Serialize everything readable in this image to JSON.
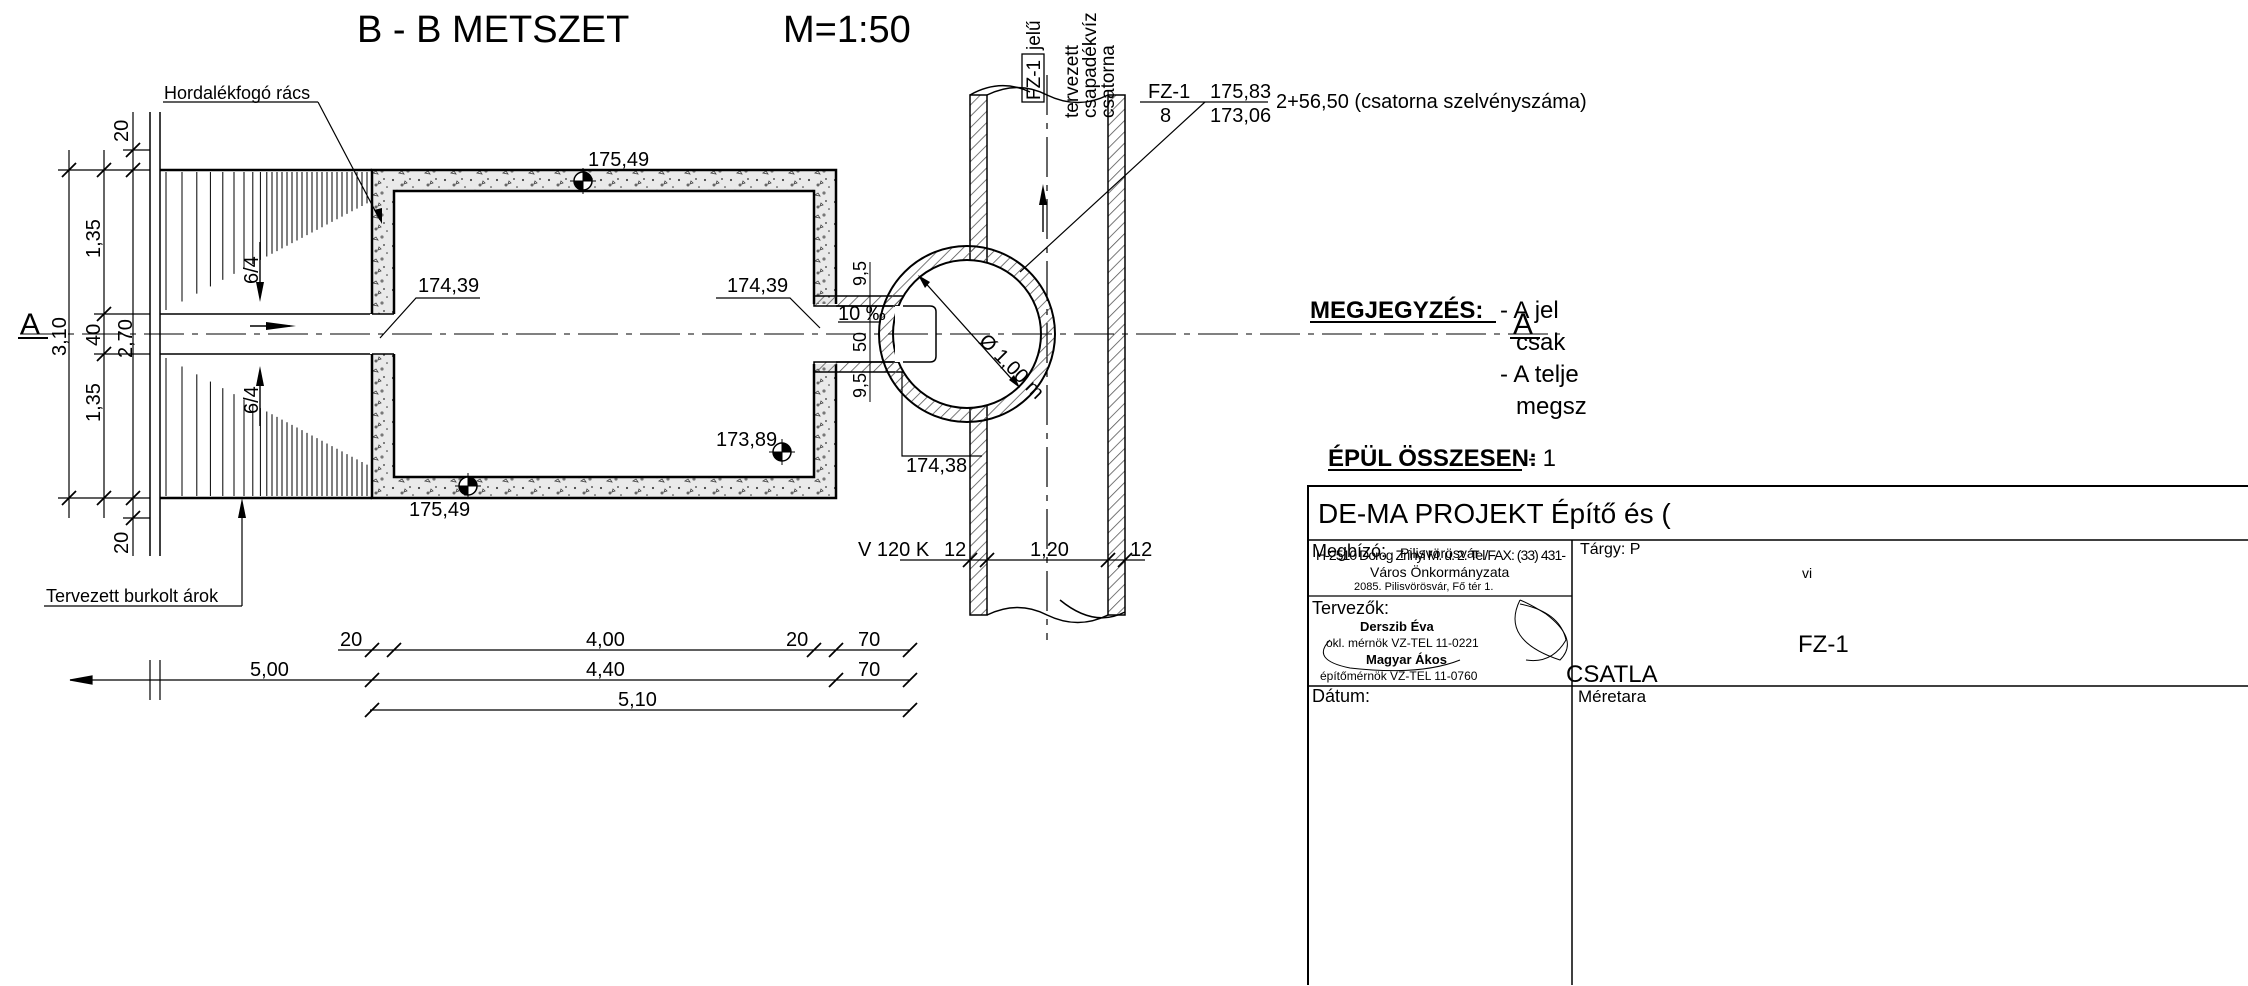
{
  "header": {
    "title": "B - B METSZET",
    "scale": "M=1:50"
  },
  "labels": {
    "trash_rack": "Hordalékfogó rács",
    "planned_ditch": "Tervezett burkolt árok",
    "pipe_id": "FZ-1",
    "pipe_id_suffix": "jelű",
    "pipe_planned_1": "tervezett",
    "pipe_planned_2": "csapadékvíz",
    "pipe_planned_3": "csatorna",
    "section_label": "A",
    "station": "2+56,50 (csatorna szelvényszáma)",
    "pipe_diameter": "Ø 1,00 m",
    "slope": "10 ‰",
    "pipe_type": "V 120 K"
  },
  "node_box": {
    "name": "FZ-1",
    "number": "8",
    "top_level": "175,83",
    "bottom_level": "173,06"
  },
  "levels": {
    "top_top": "175,49",
    "bottom_bottom": "175,49",
    "inlet_left": "174,39",
    "inlet_right": "174,39",
    "pipe_outlet": "174,38",
    "floor": "173,89"
  },
  "dimensions": {
    "left_20_top": "20",
    "left_135_top": "1,35",
    "left_40": "40",
    "left_135_bottom": "1,35",
    "left_20_bottom": "20",
    "total_310": "3,10",
    "total_270": "2,70",
    "slope_64_top": "6/4",
    "slope_64_bottom": "6/4",
    "pipe_95_top": "9,5",
    "pipe_50": "50",
    "pipe_95_bottom": "9,5",
    "wall_12_left": "12",
    "pipe_120": "1,20",
    "wall_12_right": "12",
    "row1_20a": "20",
    "row1_400": "4,00",
    "row1_20b": "20",
    "row1_70": "70",
    "row2_500": "5,00",
    "row2_440": "4,40",
    "row2_70": "70",
    "row3_510": "5,10"
  },
  "notes": {
    "heading": "MEGJEGYZÉS:",
    "line1": "- A jel",
    "line2": "csak",
    "line3": "- A telje",
    "line4": "megsz",
    "summary_heading": "ÉPÜL ÖSSZESEN:",
    "summary_text": "- 1"
  },
  "title_block": {
    "company": "DE-MA PROJEKT Építő és (",
    "address": "H-2510 Dorog Zrínyi M. u. 2. Tel/FAX: (33) 431-",
    "client_label": "Megbízó:",
    "client_1": "Pilisvörösvár",
    "client_2": "Város Önkormányzata",
    "client_3": "2085. Pilisvörösvár, Fő tér 1.",
    "subject_label": "Tárgy: P",
    "subject_2": "vi",
    "designers_label": "Tervezők:",
    "designer_1": "Derszib Éva",
    "designer_1_title": "okl. mérnök VZ-TEL 11-0221",
    "designer_2": "Magyar Ákos",
    "designer_2_title": "építőmérnök VZ-TEL 11-0760",
    "drawing_name_1": "FZ-1",
    "drawing_name_2": "CSATLA",
    "date_label": "Dátum:",
    "scale_label": "Méretara"
  }
}
